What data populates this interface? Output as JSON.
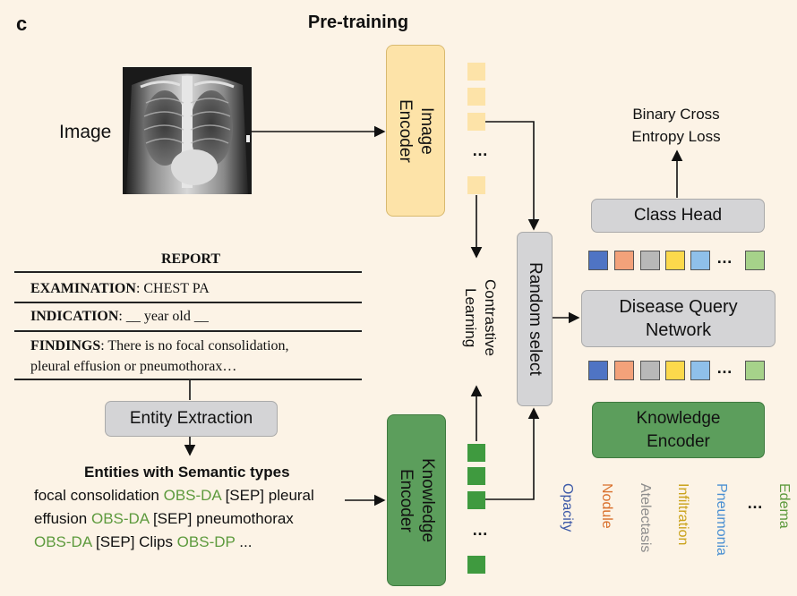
{
  "panel_letter": "c",
  "title": "Pre-training",
  "image_label": "Image",
  "image_encoder": [
    "Image",
    "Encoder"
  ],
  "knowledge_encoder_vertical": [
    "Knowledge",
    "Encoder"
  ],
  "random_select": "Random select",
  "contrastive": [
    "Contrastive",
    "Learning"
  ],
  "class_head": "Class Head",
  "bce_loss": [
    "Binary Cross",
    "Entropy Loss"
  ],
  "disease_query": [
    "Disease Query",
    "Network"
  ],
  "knowledge_encoder": [
    "Knowledge",
    "Encoder"
  ],
  "entity_extraction": "Entity Extraction",
  "ellipsis": "…",
  "report": {
    "title": "REPORT",
    "examination_label": "EXAMINATION",
    "examination_value": ": CHEST PA",
    "indication_label": "INDICATION",
    "indication_value": ": __ year old __",
    "findings_label": "FINDINGS",
    "findings_value": ": There is no focal consolidation,",
    "findings_line2": "pleural  effusion or pneumothorax…"
  },
  "entities": {
    "title": "Entities with Semantic types",
    "line1": [
      {
        "t": "focal consolidation ",
        "g": false
      },
      {
        "t": "OBS-DA",
        "g": true
      },
      {
        "t": " [SEP] pleural",
        "g": false
      }
    ],
    "line2": [
      {
        "t": "effusion  ",
        "g": false
      },
      {
        "t": "OBS-DA",
        "g": true
      },
      {
        "t": " [SEP] pneumothorax",
        "g": false
      }
    ],
    "line3": [
      {
        "t": "OBS-DA",
        "g": true
      },
      {
        "t": " [SEP]  Clips ",
        "g": false
      },
      {
        "t": "OBS-DP",
        "g": true
      },
      {
        "t": " ...",
        "g": false
      }
    ]
  },
  "query_colors": [
    "#4f74c4",
    "#f3a27a",
    "#b8b8b8",
    "#fcd94c",
    "#8fc0ea",
    "#a6d28a"
  ],
  "diseases": [
    {
      "name": "Opacity",
      "color": "#3d5aa8"
    },
    {
      "name": "Nodule",
      "color": "#d9702c"
    },
    {
      "name": "Atelectasis",
      "color": "#8c8c8c"
    },
    {
      "name": "Infiltration",
      "color": "#caa21a"
    },
    {
      "name": "Pneumonia",
      "color": "#4a8fd2"
    },
    {
      "name": "Edema",
      "color": "#5d9a3d"
    }
  ],
  "colors": {
    "image_encoder": "#fde3a8",
    "knowledge_encoder": "#5c9e5c",
    "gray_box": "#d4d4d6",
    "background": "#fcf3e6"
  }
}
